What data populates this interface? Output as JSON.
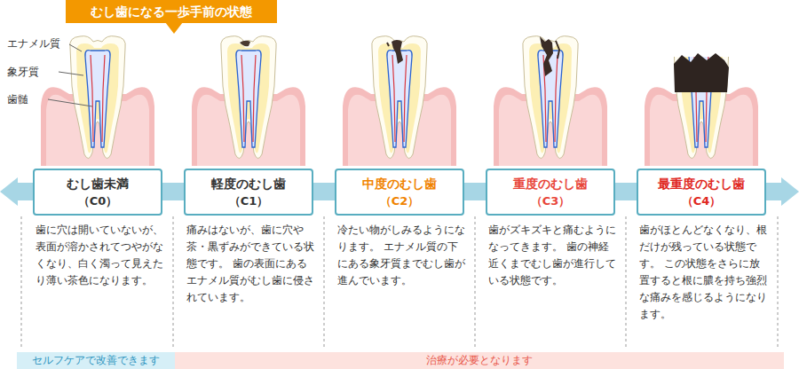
{
  "diagram": {
    "nodes": [
      {
        "text": [
          "むし歯になる一歩手前の状態"
        ]
      },
      {
        "text": [
          "むし歯未満",
          "（C0）"
        ]
      },
      {
        "text": [
          "軽度のむし歯",
          "（C1）"
        ]
      },
      {
        "text": [
          "中度のむし歯",
          "（C2）"
        ]
      },
      {
        "text": [
          "重度のむし歯",
          "（C3）"
        ]
      },
      {
        "text": [
          "最重度のむし歯",
          "（C4）"
        ]
      },
      {
        "text": [
          "セルフケアで改善できます"
        ]
      },
      {
        "text": [
          "治療が必要となります"
        ]
      }
    ],
    "labels": [
      "エナメル質",
      "象牙質",
      "歯髄",
      "歯に穴は開いていないが、表面が溶かされてつやがなくなり、白く濁って見えたり薄い茶色になります。",
      "痛みはないが、歯に穴や茶・黒ずみができている状態です。 歯の表面にあるエナメル質がむし歯に侵されています。",
      "冷たい物がしみるようになります。 エナメル質の下にある象牙質までむし歯が進んでいます。",
      "歯がズキズキと痛むようになってきます。 歯の神経近くまでむし歯が進行している状態です。",
      "歯がほとんどなくなり、根だけが残っている状態です。 この状態をさらに放置すると根に膿を持ち強烈な痛みを感じるようになります。"
    ]
  }
}
